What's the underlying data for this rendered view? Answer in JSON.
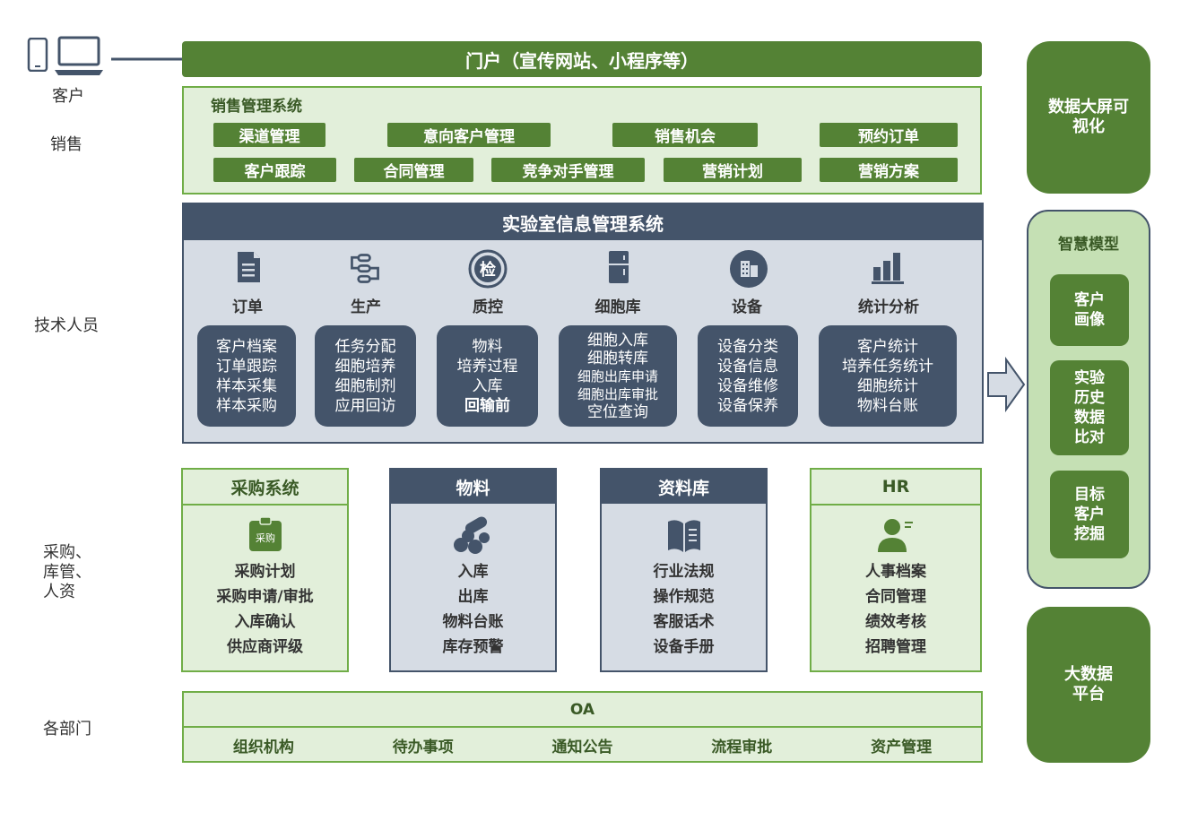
{
  "roles": {
    "customer": "客户",
    "sales": "销售",
    "tech": "技术人员",
    "procure": "采购、\n库管、\n人资",
    "dept": "各部门"
  },
  "portal": "门户（宣传网站、小程序等）",
  "sales_system": {
    "title": "销售管理系统",
    "row1": [
      "渠道管理",
      "意向客户管理",
      "销售机会",
      "预约订单"
    ],
    "row2": [
      "客户跟踪",
      "合同管理",
      "竞争对手管理",
      "营销计划",
      "营销方案"
    ]
  },
  "lims": {
    "title": "实验室信息管理系统",
    "qc_icon_char": "检",
    "modules": [
      {
        "title": "订单",
        "icon": "document-icon",
        "items": [
          "客户档案",
          "订单跟踪",
          "样本采集",
          "样本采购"
        ]
      },
      {
        "title": "生产",
        "icon": "flow-icon",
        "items": [
          "任务分配",
          "细胞培养",
          "细胞制剂",
          "应用回访"
        ]
      },
      {
        "title": "质控",
        "icon": "inspect-icon",
        "items": [
          "物料",
          "培养过程",
          "入库",
          "回输前"
        ]
      },
      {
        "title": "细胞库",
        "icon": "fridge-icon",
        "items": [
          "细胞入库",
          "细胞转库",
          "细胞出库申请",
          "细胞出库审批",
          "空位查询"
        ]
      },
      {
        "title": "设备",
        "icon": "building-icon",
        "items": [
          "设备分类",
          "设备信息",
          "设备维修",
          "设备保养"
        ]
      },
      {
        "title": "统计分析",
        "icon": "bar-chart-icon",
        "items": [
          "客户统计",
          "培养任务统计",
          "细胞统计",
          "物料台账"
        ]
      }
    ]
  },
  "panels": [
    {
      "title": "采购系统",
      "style": "green",
      "icon": "clipboard-icon",
      "icon_text": "采购",
      "items": [
        "采购计划",
        "采购申请/审批",
        "入库确认",
        "供应商评级"
      ]
    },
    {
      "title": "物料",
      "style": "blue",
      "icon": "materials-icon",
      "items": [
        "入库",
        "出库",
        "物料台账",
        "库存预警"
      ]
    },
    {
      "title": "资料库",
      "style": "blue",
      "icon": "book-icon",
      "items": [
        "行业法规",
        "操作规范",
        "客服话术",
        "设备手册"
      ]
    },
    {
      "title": "HR",
      "style": "green",
      "icon": "person-icon",
      "items": [
        "人事档案",
        "合同管理",
        "绩效考核",
        "招聘管理"
      ]
    }
  ],
  "oa": {
    "title": "OA",
    "items": [
      "组织机构",
      "待办事项",
      "通知公告",
      "流程审批",
      "资产管理"
    ]
  },
  "right": {
    "dashboard": "数据大屏可\n视化",
    "smart_title": "智慧模型",
    "smart_items": [
      "客户\n画像",
      "实验\n历史\n数据\n比对",
      "目标\n客户\n挖掘"
    ],
    "bigdata": "大数据\n平台"
  },
  "colors": {
    "green_dark": "#548235",
    "green_light": "#e2efda",
    "slate": "#44546a",
    "slate_light": "#d6dce4"
  }
}
